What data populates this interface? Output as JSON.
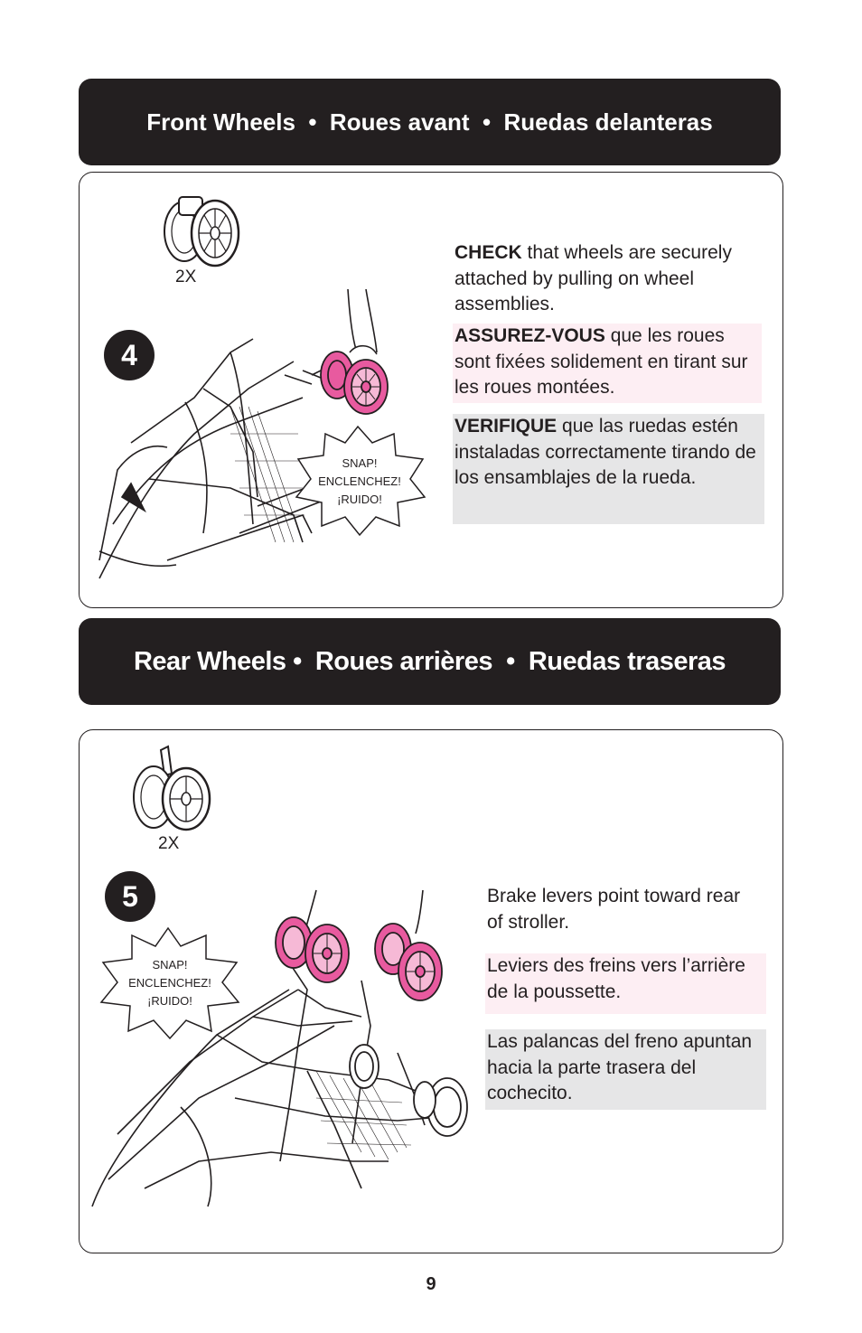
{
  "sections": [
    {
      "banner": "Front Wheels  •  Roues avant  •  Ruedas delanteras",
      "step": "4",
      "quantity": "2X",
      "burst": [
        "SNAP!",
        "ENCLENCHEZ!",
        "¡RUIDO!"
      ],
      "instructions": {
        "en": {
          "lead": "CHECK",
          "text": " that wheels are securely attached by pulling on wheel assemblies."
        },
        "fr": {
          "lead": "ASSUREZ-VOUS",
          "text": " que les roues sont fixées solidement en tirant sur les roues montées."
        },
        "es": {
          "lead": "VERIFIQUE",
          "text": " que las ruedas estén instaladas correctamente tirando de los ensamblajes de la rueda."
        }
      }
    },
    {
      "banner": "Rear Wheels •  Roues arrières  •  Ruedas traseras",
      "step": "5",
      "quantity": "2X",
      "burst": [
        "SNAP!",
        "ENCLENCHEZ!",
        "¡RUIDO!"
      ],
      "instructions": {
        "en": "Brake levers point toward rear of stroller.",
        "fr": "Leviers des freins vers l’arrière de la poussette.",
        "es": "Las palancas del freno apuntan hacia la parte trasera del cochecito."
      }
    }
  ],
  "colors": {
    "dark": "#231f20",
    "accent_pink": "#e85a9f",
    "box_pink": "#fdeef3",
    "box_gray": "#e6e6e7"
  },
  "page_number": "9"
}
